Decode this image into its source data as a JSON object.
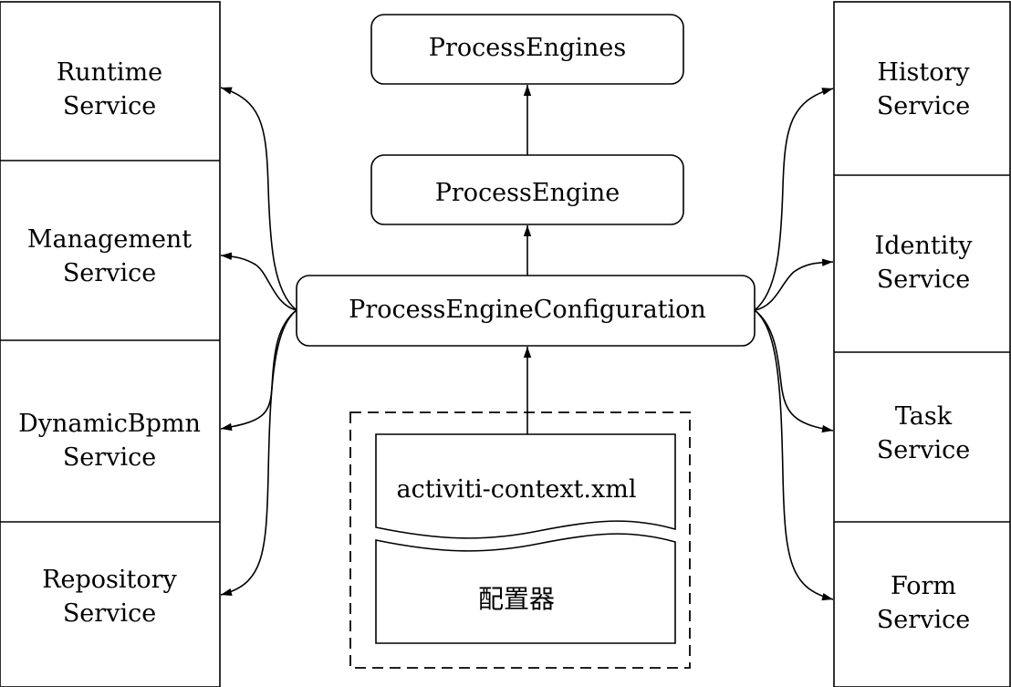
{
  "left_services": [
    {
      "line1": "Runtime",
      "line2": "Service"
    },
    {
      "line1": "Management",
      "line2": "Service"
    },
    {
      "line1": "DynamicBpmn",
      "line2": "Service"
    },
    {
      "line1": "Repository",
      "line2": "Service"
    }
  ],
  "right_services": [
    {
      "line1": "History",
      "line2": "Service"
    },
    {
      "line1": "Identity",
      "line2": "Service"
    },
    {
      "line1": "Task",
      "line2": "Service"
    },
    {
      "line1": "Form",
      "line2": "Service"
    }
  ],
  "center": {
    "engines": "ProcessEngines",
    "engine": "ProcessEngine",
    "configuration": "ProcessEngineConfiguration"
  },
  "config_file": {
    "filename": "activiti-context.xml",
    "label": "配置器"
  }
}
